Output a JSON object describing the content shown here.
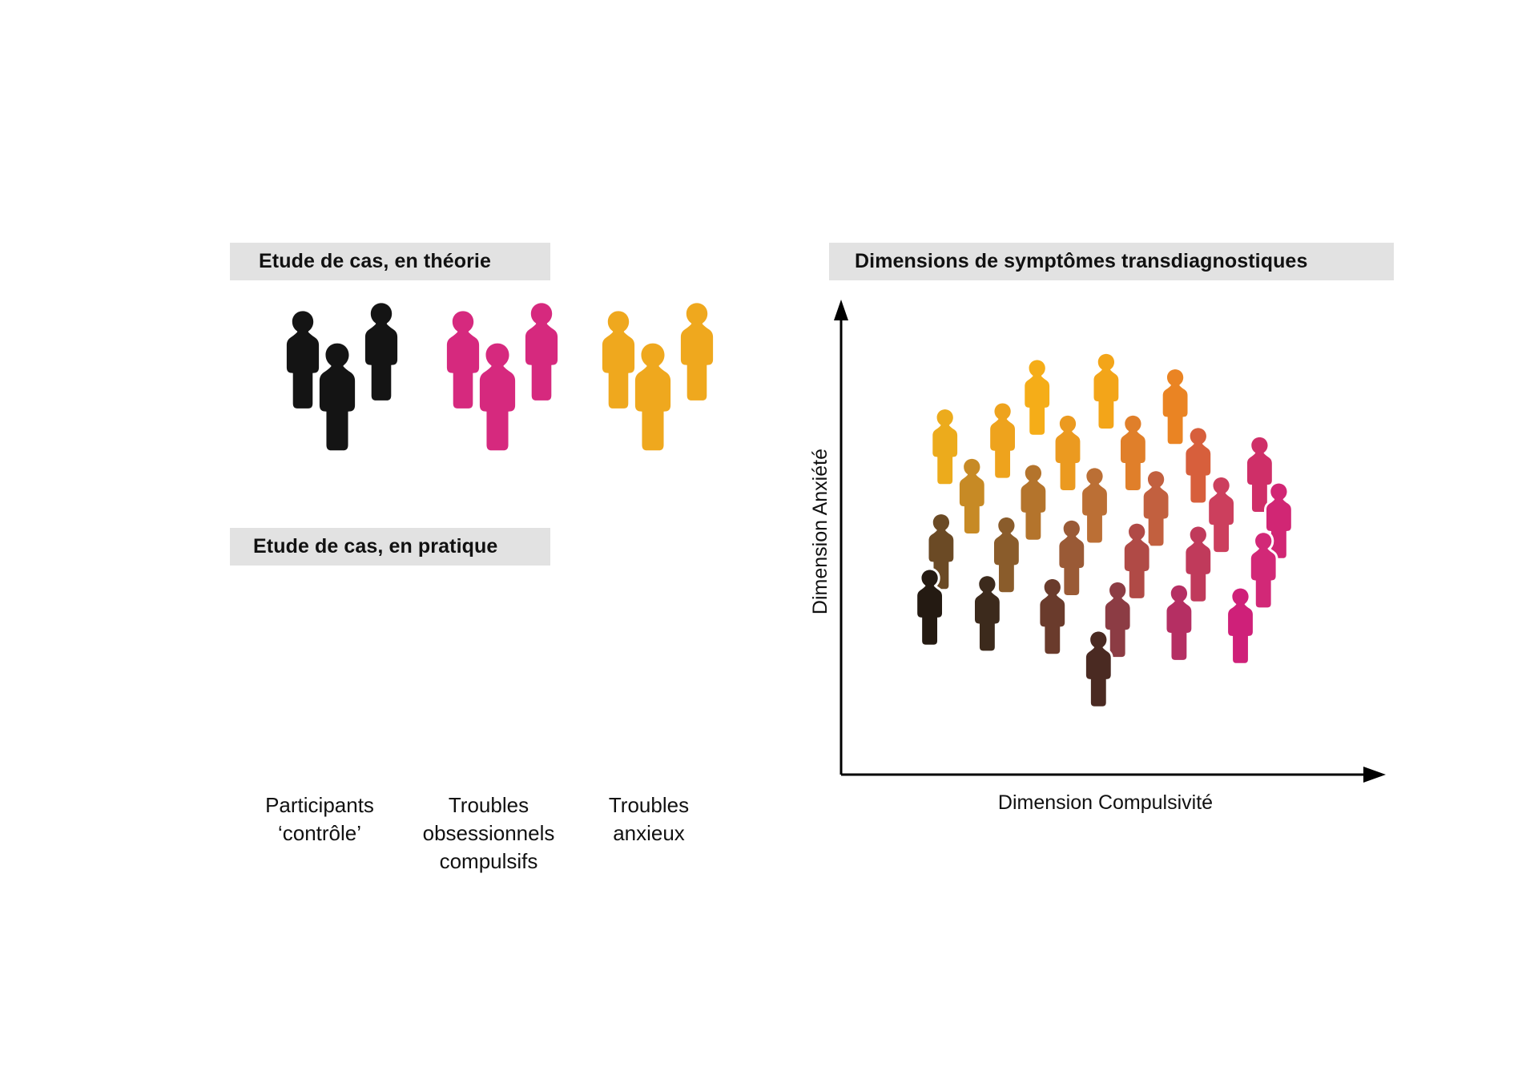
{
  "figure": {
    "language": "fr",
    "background": "#ffffff"
  },
  "panels": {
    "left_top": {
      "banner_label": "Etude de cas, en théorie",
      "banner_bg": "#e2e2e2",
      "groups": [
        {
          "name": "control",
          "fill": "#141414",
          "style": "solid"
        },
        {
          "name": "ocd",
          "fill": "#d6297e",
          "style": "solid"
        },
        {
          "name": "anxiety",
          "fill": "#efa81e",
          "style": "solid"
        }
      ]
    },
    "left_bottom": {
      "banner_label": "Etude de cas, en pratique",
      "banner_bg": "#e2e2e2",
      "groups": [
        {
          "name": "control",
          "fill": "#141414",
          "style": "mottled"
        },
        {
          "name": "ocd",
          "fill": "#d6297e",
          "style": "mottled"
        },
        {
          "name": "anxiety",
          "fill": "#efa81e",
          "style": "mottled"
        }
      ],
      "group_labels": [
        "Participants\n‘contrôle’",
        "Troubles\nobsessionnels\ncompulsifs",
        "Troubles\nanxieux"
      ]
    },
    "right": {
      "banner_label": "Dimensions de symptômes transdiagnostiques",
      "banner_bg": "#e2e2e2",
      "y_axis_label": "Dimension Anxiété",
      "x_axis_label": "Dimension Compulsivité"
    }
  },
  "chart_data": {
    "type": "scatter",
    "title": "Dimensions de symptômes transdiagnostiques",
    "xlabel": "Dimension Compulsivité",
    "ylabel": "Dimension Anxiété",
    "grid": false,
    "legend": null,
    "axis_style": "arrow-ended, no tick marks, no tick labels",
    "xlim": [
      0,
      1
    ],
    "ylim": [
      0,
      1
    ],
    "encoding": "Each marker is a human pictogram; colour encodes position in the 2-D symptom space. Low compulsivity + low anxiety = black; high anxiety + low compulsivity = amber/orange; high compulsivity = magenta/pink; mid-field = brown/red blends.",
    "color_anchors": {
      "low_x_low_y": "#141414",
      "low_x_high_y": "#f2a81c",
      "high_x_low_y": "#d6217e",
      "high_x_high_y": "#e0507a",
      "mid": "#a8563a"
    },
    "n_points": 28,
    "points": [
      {
        "x": 0.3,
        "y": 0.98,
        "color": "#f5ad18"
      },
      {
        "x": 0.48,
        "y": 1.0,
        "color": "#f3a519"
      },
      {
        "x": 0.66,
        "y": 0.95,
        "color": "#ea8423"
      },
      {
        "x": 0.06,
        "y": 0.82,
        "color": "#ecab1c"
      },
      {
        "x": 0.21,
        "y": 0.84,
        "color": "#eea31d"
      },
      {
        "x": 0.38,
        "y": 0.8,
        "color": "#eb9a20"
      },
      {
        "x": 0.55,
        "y": 0.8,
        "color": "#e07f2a"
      },
      {
        "x": 0.72,
        "y": 0.76,
        "color": "#d75f3c"
      },
      {
        "x": 0.88,
        "y": 0.73,
        "color": "#cf2f68"
      },
      {
        "x": 0.13,
        "y": 0.66,
        "color": "#c78a25"
      },
      {
        "x": 0.29,
        "y": 0.64,
        "color": "#b4742c"
      },
      {
        "x": 0.45,
        "y": 0.63,
        "color": "#bb6f35"
      },
      {
        "x": 0.61,
        "y": 0.62,
        "color": "#c2603f"
      },
      {
        "x": 0.78,
        "y": 0.6,
        "color": "#cc3f5d"
      },
      {
        "x": 0.93,
        "y": 0.58,
        "color": "#d12674"
      },
      {
        "x": 0.05,
        "y": 0.48,
        "color": "#6b4a25"
      },
      {
        "x": 0.22,
        "y": 0.47,
        "color": "#8a5c2b"
      },
      {
        "x": 0.39,
        "y": 0.46,
        "color": "#9a5a36"
      },
      {
        "x": 0.56,
        "y": 0.45,
        "color": "#b04a46"
      },
      {
        "x": 0.72,
        "y": 0.44,
        "color": "#c03a5b"
      },
      {
        "x": 0.89,
        "y": 0.42,
        "color": "#d22877"
      },
      {
        "x": 0.02,
        "y": 0.3,
        "color": "#241a12"
      },
      {
        "x": 0.17,
        "y": 0.28,
        "color": "#3c2a1c"
      },
      {
        "x": 0.34,
        "y": 0.27,
        "color": "#6a3b2c"
      },
      {
        "x": 0.51,
        "y": 0.26,
        "color": "#8c3c44"
      },
      {
        "x": 0.67,
        "y": 0.25,
        "color": "#b52f63"
      },
      {
        "x": 0.83,
        "y": 0.24,
        "color": "#cf2079"
      },
      {
        "x": 0.46,
        "y": 0.1,
        "color": "#4a2a22"
      }
    ]
  }
}
